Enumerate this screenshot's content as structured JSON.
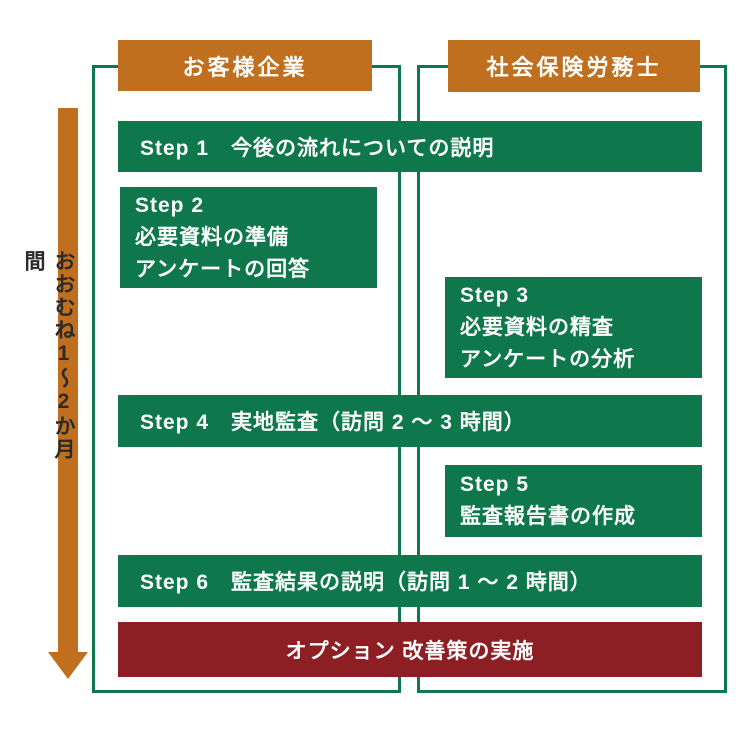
{
  "page": {
    "background": "#ffffff"
  },
  "colors": {
    "accent_orange": "#c06f1e",
    "brand_green": "#0e784c",
    "option_red": "#8d1e23",
    "text_on_color": "#ffffff",
    "timeline_text": "#2a2a2a"
  },
  "timeline": {
    "label": "おおむね1～2か月間"
  },
  "columns": {
    "customer": {
      "label": "お客様企業"
    },
    "consultant": {
      "label": "社会保険労務士"
    }
  },
  "steps": {
    "step1": {
      "label": "Step 1　今後の流れについての説明"
    },
    "step2": {
      "lines": [
        "Step 2",
        "必要資料の準備",
        "アンケートの回答"
      ]
    },
    "step3": {
      "lines": [
        "Step 3",
        "必要資料の精査",
        "アンケートの分析"
      ]
    },
    "step4": {
      "label": "Step 4　実地監査（訪問 2 ～ 3 時間）"
    },
    "step5": {
      "lines": [
        "Step 5",
        "監査報告書の作成"
      ]
    },
    "step6": {
      "label": "Step 6　監査結果の説明（訪問 1 ～ 2 時間）"
    },
    "option": {
      "label": "オプション 改善策の実施"
    }
  }
}
